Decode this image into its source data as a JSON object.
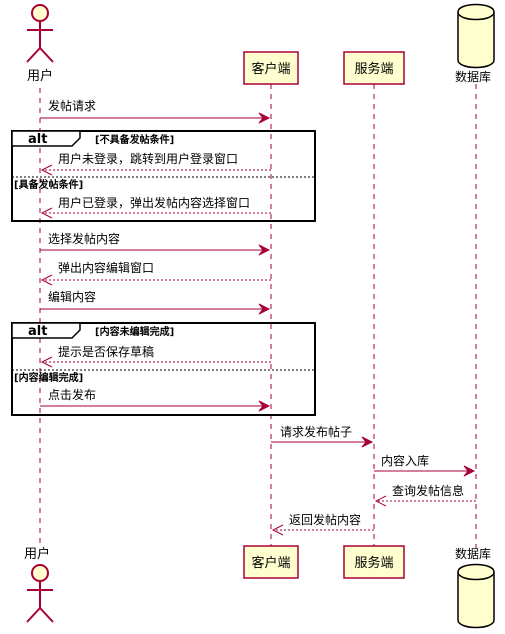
{
  "participants": {
    "user": "用户",
    "client": "客户端",
    "server": "服务端",
    "db": "数据库"
  },
  "messages": {
    "m1": "发帖请求",
    "m2": "用户未登录，跳转到用户登录窗口",
    "m3": "用户已登录，弹出发帖内容选择窗口",
    "m4": "选择发帖内容",
    "m5": "弹出内容编辑窗口",
    "m6": "编辑内容",
    "m7": "提示是否保存草稿",
    "m8": "点击发布",
    "m9": "请求发布帖子",
    "m10": "内容入库",
    "m11": "查询发帖信息",
    "m12": "返回发帖内容"
  },
  "fragments": {
    "alt1": {
      "keyword": "alt",
      "guard1": "[不具备发帖条件]",
      "guard2": "[具备发帖条件]"
    },
    "alt2": {
      "keyword": "alt",
      "guard1": "[内容未编辑完成]",
      "guard2": "[内容编辑完成]"
    }
  }
}
